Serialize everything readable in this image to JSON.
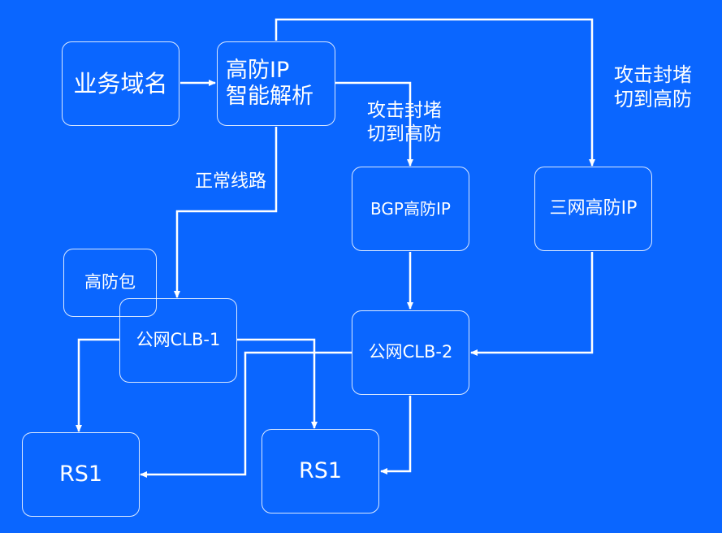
{
  "nodes": {
    "domain": "业务域名",
    "high_defense_ip": "高防IP\n智能解析",
    "bgp_ip": "BGP高防IP",
    "three_net_ip": "三网高防IP",
    "package": "高防包",
    "clb1": "公网CLB-1",
    "clb2": "公网CLB-2",
    "rs_left": "RS1",
    "rs_right": "RS1"
  },
  "edge_labels": {
    "normal_route": "正常线路",
    "attack_switch_mid": "攻击封堵\n切到高防",
    "attack_switch_right": "攻击封堵\n切到高防"
  },
  "colors": {
    "background": "#0a66ff",
    "line": "#ffffff"
  }
}
